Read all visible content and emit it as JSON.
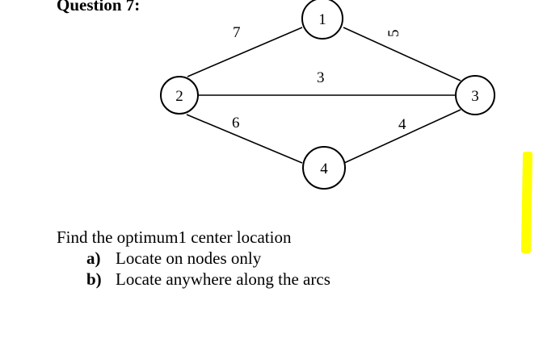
{
  "heading": "Question 7:",
  "graph": {
    "nodes": [
      {
        "id": "1",
        "label": "1"
      },
      {
        "id": "2",
        "label": "2"
      },
      {
        "id": "3",
        "label": "3"
      },
      {
        "id": "4",
        "label": "4"
      }
    ],
    "edges": [
      {
        "from": "2",
        "to": "1",
        "weight": "7"
      },
      {
        "from": "1",
        "to": "3",
        "weight": "5"
      },
      {
        "from": "2",
        "to": "3",
        "weight": "3"
      },
      {
        "from": "2",
        "to": "4",
        "weight": "6"
      },
      {
        "from": "4",
        "to": "3",
        "weight": "4"
      }
    ]
  },
  "prompt": "Find the optimum1 center location",
  "parts": [
    {
      "marker": "a)",
      "text": "Locate on nodes only"
    },
    {
      "marker": "b)",
      "text": "Locate anywhere along the arcs"
    }
  ],
  "highlight_color": "#ffff00"
}
